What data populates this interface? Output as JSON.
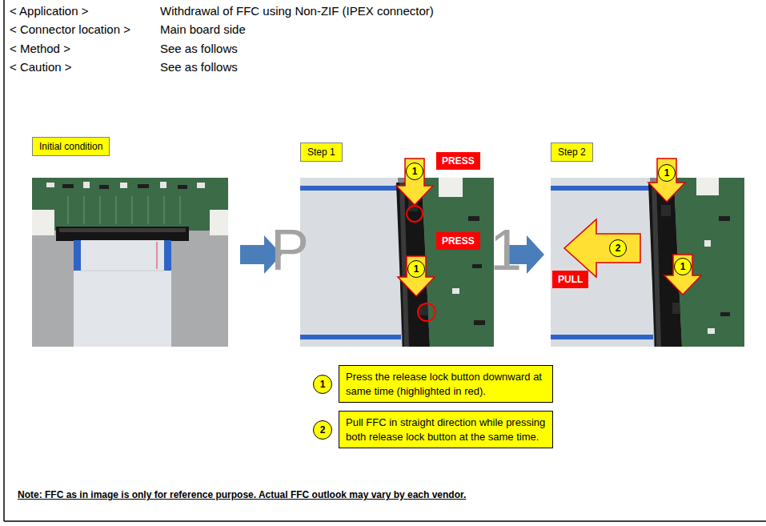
{
  "diagram": {
    "nodes": [
      {
        "text": [
          "Initial condition"
        ]
      },
      {
        "text": [
          "Step 1"
        ]
      },
      {
        "text": [
          "PRESS"
        ]
      },
      {
        "text": [
          "1"
        ]
      },
      {
        "text": [
          "PRESS"
        ]
      },
      {
        "text": [
          "1"
        ]
      },
      {
        "text": [
          "Step 2"
        ]
      },
      {
        "text": [
          "1"
        ]
      },
      {
        "text": [
          "2"
        ]
      },
      {
        "text": [
          "PULL"
        ]
      },
      {
        "text": [
          "1"
        ]
      },
      {
        "text": [
          "1"
        ]
      },
      {
        "text": [
          "Press the release lock button downward at same time (highlighted in red)."
        ]
      },
      {
        "text": [
          "2"
        ]
      },
      {
        "text": [
          "Pull FFC in straight direction while pressing both release lock button at the same time."
        ]
      }
    ],
    "labels": [
      "< Application >",
      "Withdrawal of FFC using Non-ZIF (IPEX connector)",
      "< Connector location >",
      "Main board side",
      "< Method >",
      "See as follows",
      "< Caution >",
      "See as follows",
      "P",
      "1",
      "Note: FFC as in image is only for reference purpose. Actual FFC outlook may vary by each vendor."
    ]
  }
}
